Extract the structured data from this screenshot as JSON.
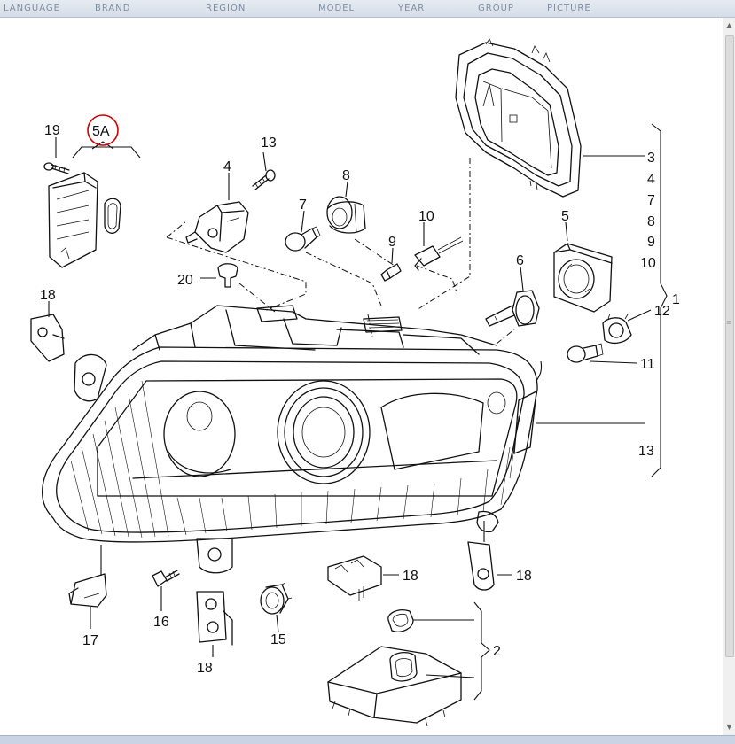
{
  "nav": {
    "items": [
      "LANGUAGE",
      "BRAND",
      "REGION",
      "MODEL",
      "YEAR",
      "GROUP",
      "PICTURE"
    ]
  },
  "diagram": {
    "watermark": "",
    "callouts": {
      "c19": "19",
      "c5a": "5A",
      "c4": "4",
      "c13a": "13",
      "c8": "8",
      "c7": "7",
      "c10": "10",
      "c9": "9",
      "c5": "5",
      "c6": "6",
      "c20": "20",
      "c18a": "18",
      "c12": "12",
      "c11": "11",
      "c13b": "13",
      "c3": "3",
      "c4b": "4",
      "c7b": "7",
      "c8b": "8",
      "c9b": "9",
      "c10b": "10",
      "c1": "1",
      "c18b": "18",
      "c18c": "18",
      "c16": "16",
      "c15": "15",
      "c17": "17",
      "c18d": "18",
      "c2": "2"
    },
    "highlight_color": "#cc0000"
  },
  "scrollbar": {
    "up_glyph": "▲",
    "down_glyph": "▼",
    "grip_glyph": "≡"
  }
}
